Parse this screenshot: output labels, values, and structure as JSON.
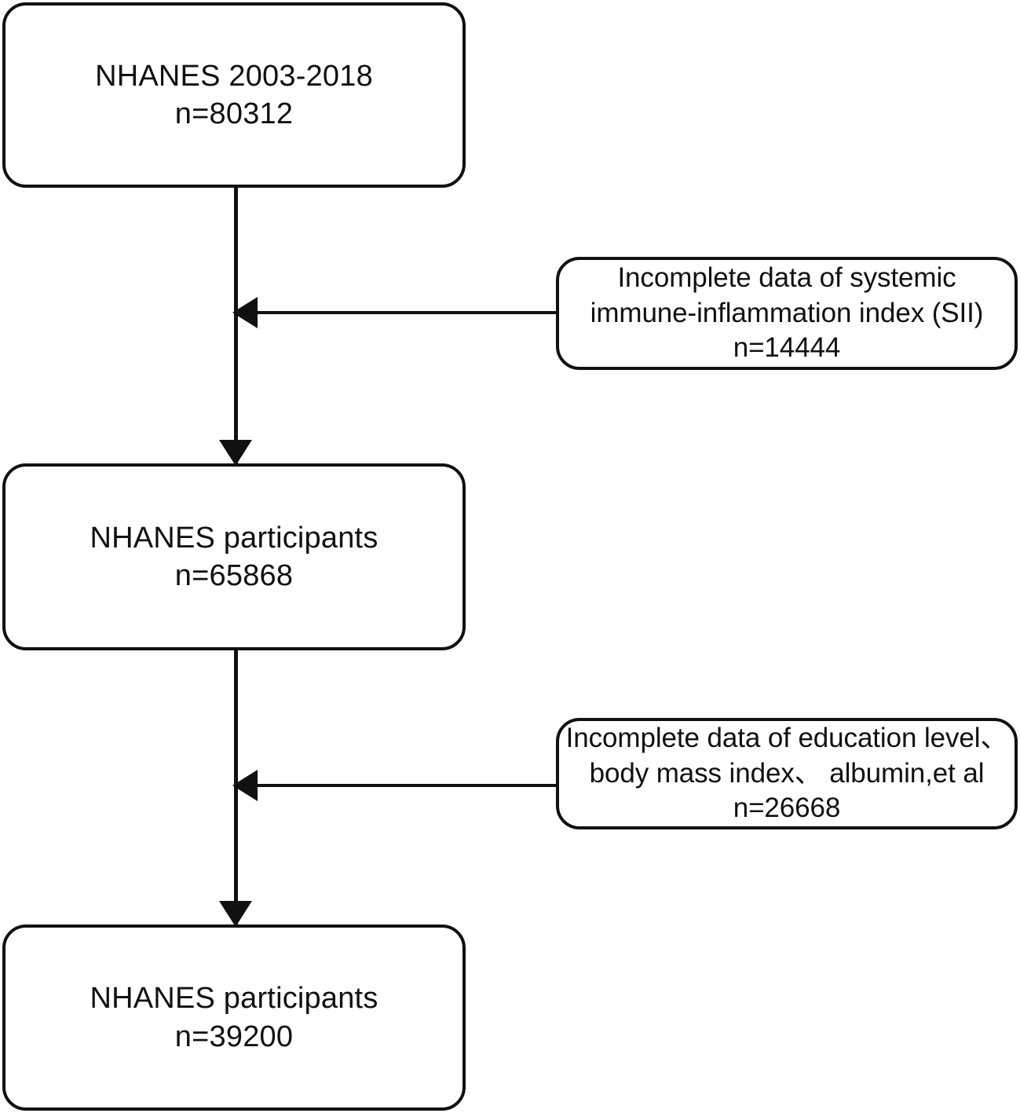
{
  "chart_data": {
    "type": "diagram",
    "diagram_kind": "participant-selection-flowchart",
    "title": "",
    "nodes": [
      {
        "id": "source",
        "role": "primary",
        "lines": [
          "NHANES  2003-2018",
          "n=80312"
        ],
        "label": "NHANES  2003-2018",
        "count": 80312
      },
      {
        "id": "exclusion-sii",
        "role": "exclusion",
        "lines": [
          "Incomplete data of systemic",
          "immune-inflammation index (SII)",
          "n=14444"
        ],
        "label": "Incomplete data of systemic immune-inflammation index (SII)",
        "count": 14444
      },
      {
        "id": "stage1",
        "role": "primary",
        "lines": [
          "NHANES  participants",
          "n=65868"
        ],
        "label": "NHANES  participants",
        "count": 65868
      },
      {
        "id": "exclusion-cov",
        "role": "exclusion",
        "lines": [
          "Incomplete data of  education level、",
          "body mass index、 albumin,et al",
          "n=26668"
        ],
        "label": "Incomplete data of  education level、body mass index、 albumin,et al",
        "count": 26668
      },
      {
        "id": "final",
        "role": "primary",
        "lines": [
          "NHANES  participants",
          "n=39200"
        ],
        "label": "NHANES  participants",
        "count": 39200
      }
    ],
    "edges": [
      {
        "from": "source",
        "to": "stage1",
        "direction": "down",
        "arrow": true
      },
      {
        "from": "exclusion-sii",
        "to": "source-stage1-trunk",
        "direction": "left",
        "arrow": true
      },
      {
        "from": "stage1",
        "to": "final",
        "direction": "down",
        "arrow": true
      },
      {
        "from": "exclusion-cov",
        "to": "stage1-final-trunk",
        "direction": "left",
        "arrow": true
      }
    ],
    "colors": {
      "stroke": "#111111",
      "fill": "#ffffff",
      "text": "#111111",
      "background": "#ffffff"
    }
  },
  "nodes": {
    "source": {
      "line1": "NHANES  2003-2018",
      "line2": "n=80312"
    },
    "exclusion_sii": {
      "line1": "Incomplete data of systemic",
      "line2": "immune-inflammation index (SII)",
      "line3": "n=14444"
    },
    "stage1": {
      "line1": "NHANES  participants",
      "line2": "n=65868"
    },
    "exclusion_cov": {
      "line1": "Incomplete data of  education level、",
      "line2": "body mass index、 albumin,et al",
      "line3": "n=26668"
    },
    "final": {
      "line1": "NHANES  participants",
      "line2": "n=39200"
    }
  }
}
